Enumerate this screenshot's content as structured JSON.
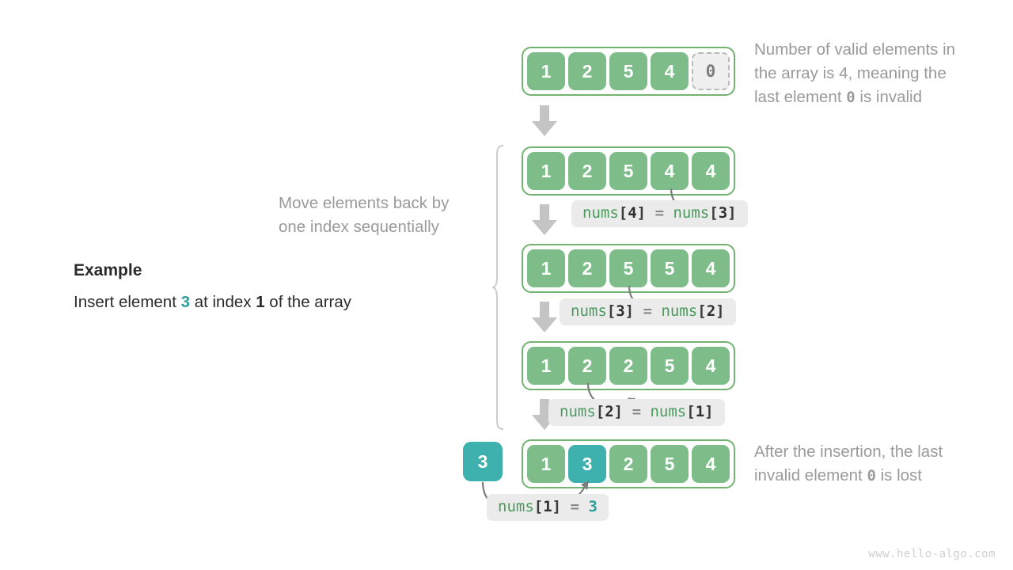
{
  "watermark": "www.hello-algo.com",
  "example": {
    "title": "Example",
    "line_prefix": "Insert element ",
    "value": "3",
    "line_mid": " at index ",
    "index": "1",
    "line_suffix": " of the array"
  },
  "notes": {
    "top_1": "Number of valid elements in",
    "top_2": "the array is 4, meaning the",
    "top_3a": "last element ",
    "top_3b": "0",
    "top_3c": " is invalid",
    "left_1": "Move elements back by",
    "left_2": "one index sequentially",
    "bottom_1": "After the insertion, the last",
    "bottom_2a": "invalid element ",
    "bottom_2b": "0",
    "bottom_2c": " is lost"
  },
  "rows": [
    {
      "name": "row-initial",
      "cells": [
        "1",
        "2",
        "5",
        "4",
        "0"
      ],
      "states": [
        "valid",
        "valid",
        "valid",
        "valid",
        "invalid"
      ]
    },
    {
      "name": "row-step-1",
      "cells": [
        "1",
        "2",
        "5",
        "4",
        "4"
      ],
      "states": [
        "valid",
        "valid",
        "valid",
        "valid",
        "valid"
      ]
    },
    {
      "name": "row-step-2",
      "cells": [
        "1",
        "2",
        "5",
        "5",
        "4"
      ],
      "states": [
        "valid",
        "valid",
        "valid",
        "valid",
        "valid"
      ]
    },
    {
      "name": "row-step-3",
      "cells": [
        "1",
        "2",
        "2",
        "5",
        "4"
      ],
      "states": [
        "valid",
        "valid",
        "valid",
        "valid",
        "valid"
      ]
    },
    {
      "name": "row-final",
      "cells": [
        "1",
        "3",
        "2",
        "5",
        "4"
      ],
      "states": [
        "valid",
        "highlight",
        "valid",
        "valid",
        "valid"
      ]
    }
  ],
  "insert_box": {
    "value": "3"
  },
  "code_labels": [
    {
      "name": "assign-4-3",
      "left": "nums",
      "lb": "[",
      "li": "4",
      "rb": "]",
      "op": "=",
      "right": "nums",
      "rlb": "[",
      "ri": "3",
      "rrb": "]"
    },
    {
      "name": "assign-3-2",
      "left": "nums",
      "lb": "[",
      "li": "3",
      "rb": "]",
      "op": "=",
      "right": "nums",
      "rlb": "[",
      "ri": "2",
      "rrb": "]"
    },
    {
      "name": "assign-2-1",
      "left": "nums",
      "lb": "[",
      "li": "2",
      "rb": "]",
      "op": "=",
      "right": "nums",
      "rlb": "[",
      "ri": "1",
      "rrb": "]"
    },
    {
      "name": "assign-1-val",
      "left": "nums",
      "lb": "[",
      "li": "1",
      "rb": "]",
      "op": "=",
      "value": "3"
    }
  ],
  "colors": {
    "cell_green": "#7ebd8a",
    "cell_teal": "#3eb0ad",
    "border_green": "#72b372",
    "arrow_gray": "#c4c4c4",
    "curve_gray": "#777777",
    "note_gray": "#9a9a9a",
    "pill_bg": "#ebebeb",
    "code_ident": "#4a9a5c"
  }
}
